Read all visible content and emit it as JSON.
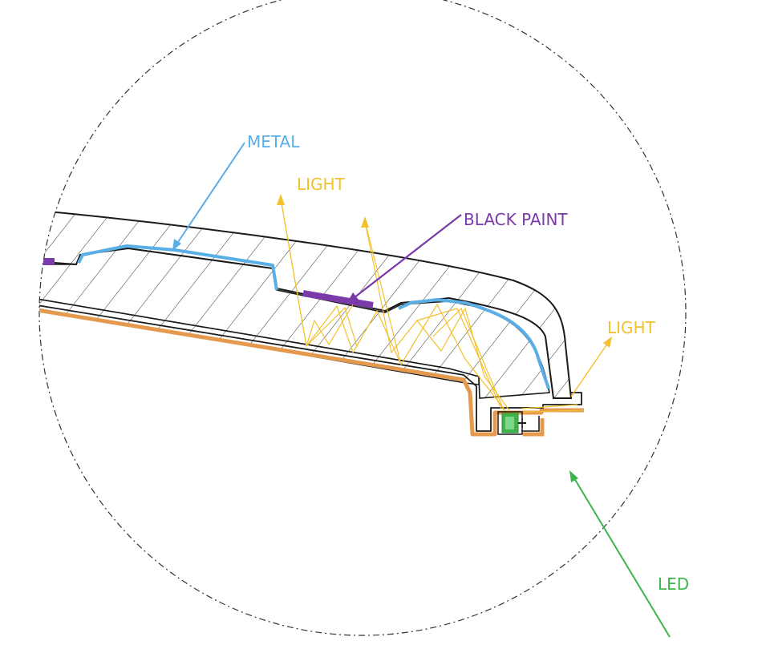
{
  "labels": {
    "metal": "METAL",
    "light_top": "LIGHT",
    "black_paint": "BLACK PAINT",
    "light_right": "LIGHT",
    "led": "LED"
  },
  "colors": {
    "metal": "#5aaee6",
    "light": "#f2c12e",
    "black_paint": "#7a3aa8",
    "paint_layer": "#e39a4f",
    "led": "#3db54a",
    "outline": "#1a1a1a",
    "hatch": "#333333"
  }
}
